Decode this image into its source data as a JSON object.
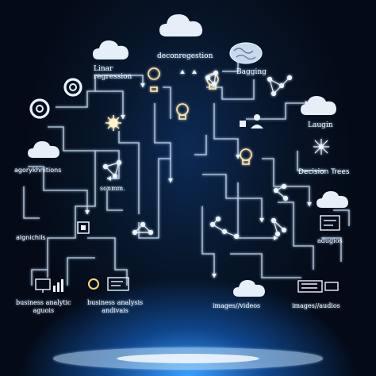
{
  "labels": {
    "linear_regression": "Linar\nregression",
    "decision_regression": "deconregestion",
    "bagging": "Bagging",
    "laugin": "Laugin",
    "agorythm": "agorykhnitions",
    "sonmm": "sonmm.",
    "decision_trees": "Decision Trees",
    "algnichils": "algnichils",
    "adugios": "adugios",
    "business_left": "business analytic\naguois",
    "business_center": "business analysis\nandivais",
    "images_videos": "images//videos",
    "images_audios": "images//audios"
  },
  "colors": {
    "background": "#050b18",
    "glow": "#3aa0ff",
    "wire": "#cfe6ff",
    "accent": "#ffd87a"
  },
  "icons": [
    "cloud-icon",
    "gear-icon",
    "lightbulb-icon",
    "brain-icon",
    "network-icon",
    "sun-icon",
    "users-icon",
    "tree-icon",
    "monitor-icon",
    "bar-chart-icon",
    "data-node-icon"
  ]
}
